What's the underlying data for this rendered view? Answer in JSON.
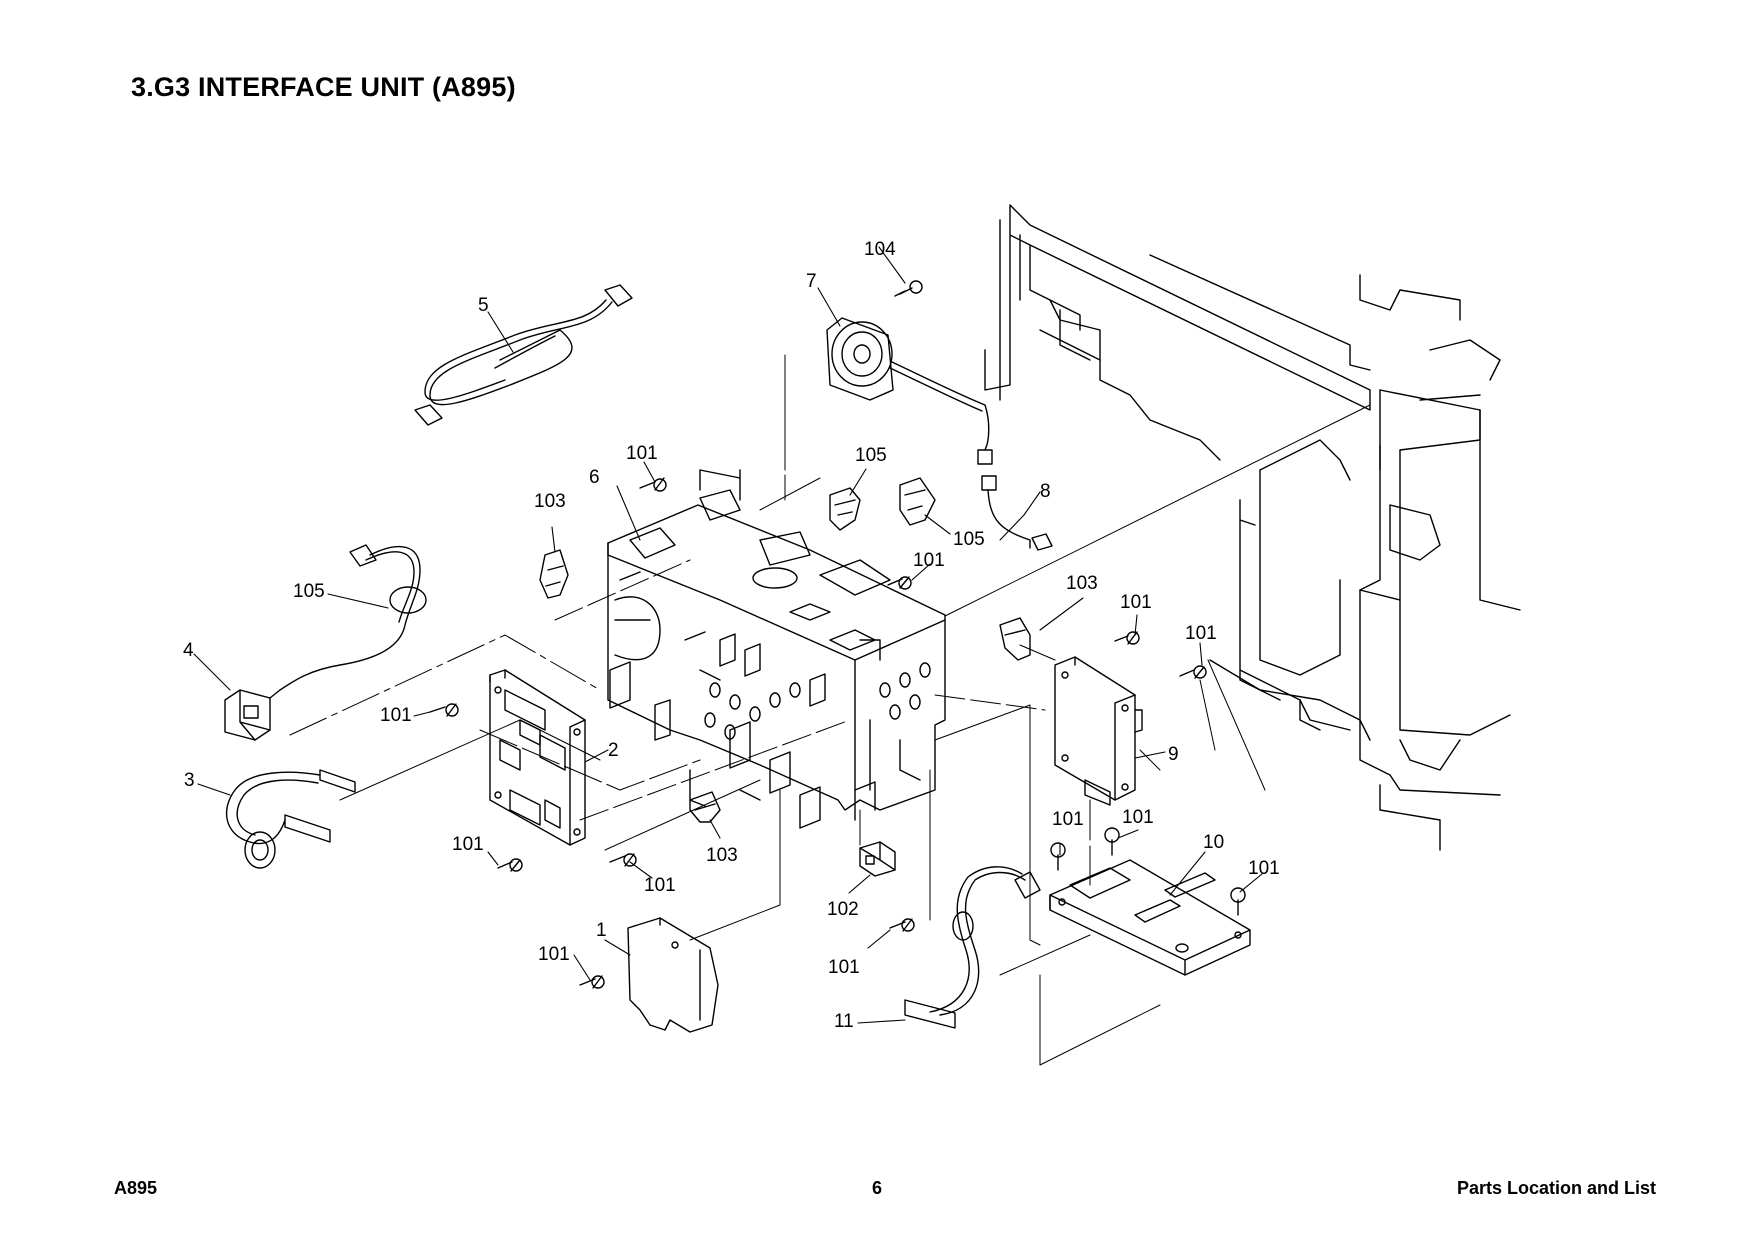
{
  "title": "3.G3 INTERFACE UNIT (A895)",
  "footer": {
    "model": "A895",
    "page": "6",
    "section": "Parts Location and List"
  },
  "callouts": [
    {
      "id": "c5",
      "text": "5"
    },
    {
      "id": "c104",
      "text": "104"
    },
    {
      "id": "c7",
      "text": "7"
    },
    {
      "id": "c101a",
      "text": "101"
    },
    {
      "id": "c105a",
      "text": "105"
    },
    {
      "id": "c6",
      "text": "6"
    },
    {
      "id": "c103a",
      "text": "103"
    },
    {
      "id": "c8",
      "text": "8"
    },
    {
      "id": "c105b",
      "text": "105"
    },
    {
      "id": "c101b",
      "text": "101"
    },
    {
      "id": "c105c",
      "text": "105"
    },
    {
      "id": "c103b",
      "text": "103"
    },
    {
      "id": "c101c",
      "text": "101"
    },
    {
      "id": "c101d",
      "text": "101"
    },
    {
      "id": "c4",
      "text": "4"
    },
    {
      "id": "c101e",
      "text": "101"
    },
    {
      "id": "c2",
      "text": "2"
    },
    {
      "id": "c9",
      "text": "9"
    },
    {
      "id": "c3",
      "text": "3"
    },
    {
      "id": "c101f",
      "text": "101"
    },
    {
      "id": "c101g",
      "text": "101"
    },
    {
      "id": "c10",
      "text": "10"
    },
    {
      "id": "c101h",
      "text": "101"
    },
    {
      "id": "c103c",
      "text": "103"
    },
    {
      "id": "c101i",
      "text": "101"
    },
    {
      "id": "c101j",
      "text": "101"
    },
    {
      "id": "c102",
      "text": "102"
    },
    {
      "id": "c1",
      "text": "1"
    },
    {
      "id": "c101k",
      "text": "101"
    },
    {
      "id": "c101l",
      "text": "101"
    },
    {
      "id": "c11",
      "text": "11"
    }
  ]
}
